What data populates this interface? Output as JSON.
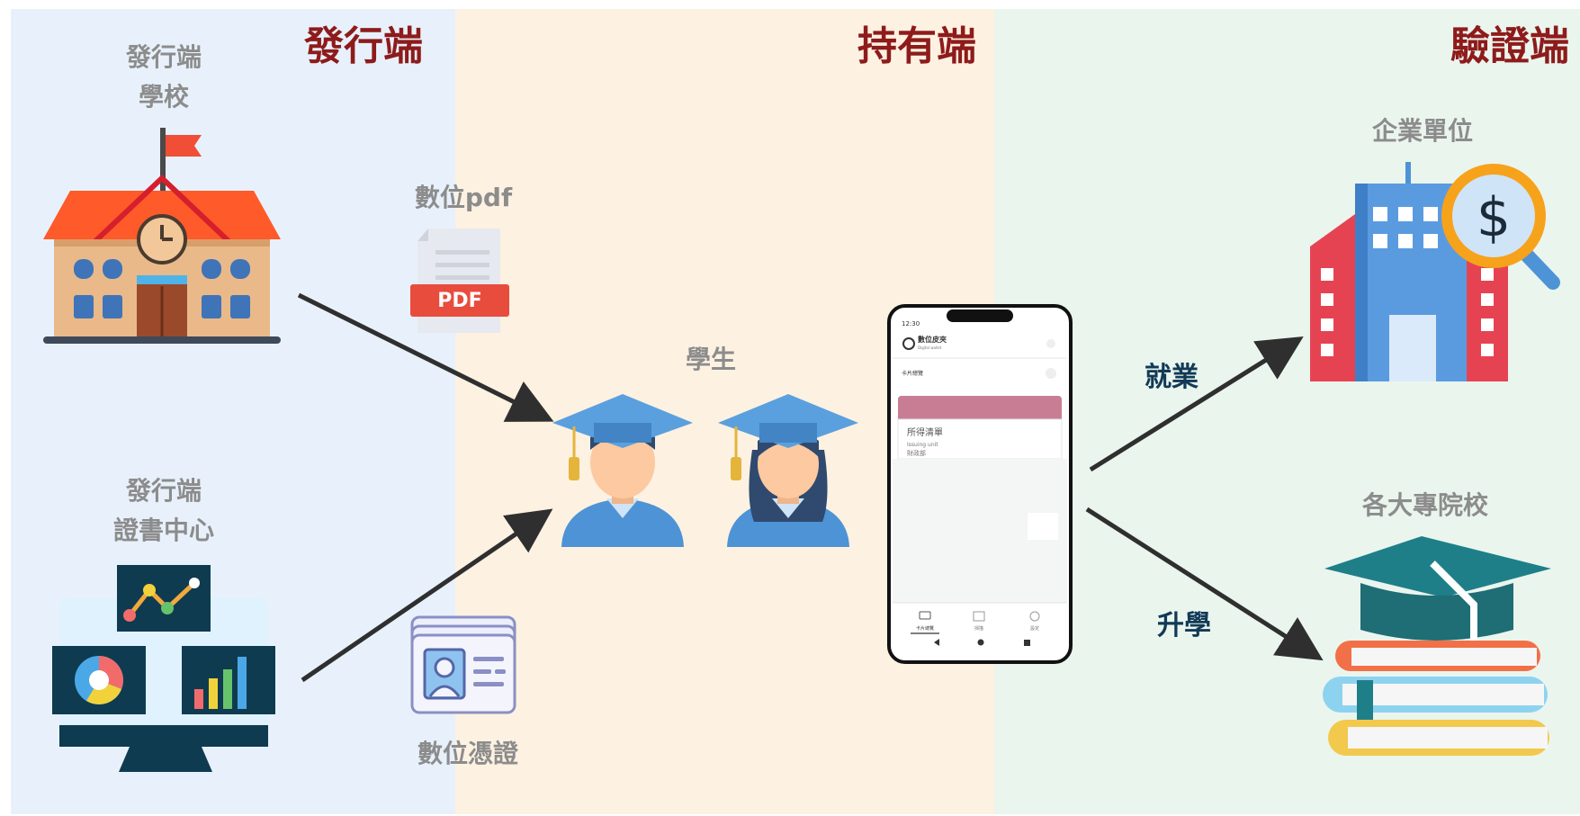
{
  "zones": {
    "issuer": {
      "title": "發行端",
      "color": "#e8f1fb"
    },
    "holder": {
      "title": "持有端",
      "color": "#fdf1e1"
    },
    "verifier": {
      "title": "驗證端",
      "color": "#eaf5ee"
    }
  },
  "title_color": "#8e1b1b",
  "nodes": {
    "school": {
      "line1": "發行端",
      "line2": "學校"
    },
    "cert_center": {
      "line1": "發行端",
      "line2": "證書中心"
    },
    "digital_pdf": {
      "label": "數位pdf",
      "badge": "PDF"
    },
    "digital_credential": {
      "label": "數位憑證"
    },
    "student": {
      "label": "學生"
    },
    "enterprise": {
      "label": "企業單位"
    },
    "universities": {
      "label": "各大專院校"
    }
  },
  "edges": {
    "employment": "就業",
    "further_study": "升學"
  },
  "phone": {
    "time": "12:30",
    "app_name": "數位皮夾",
    "app_subtitle": "Digital wallet",
    "section": "卡片總覽",
    "card_title": "所得清單",
    "card_issuer_label": "Issuing unit",
    "card_issuer": "財政部",
    "tabs": [
      "卡片總覽",
      "掃描",
      "設定"
    ]
  }
}
